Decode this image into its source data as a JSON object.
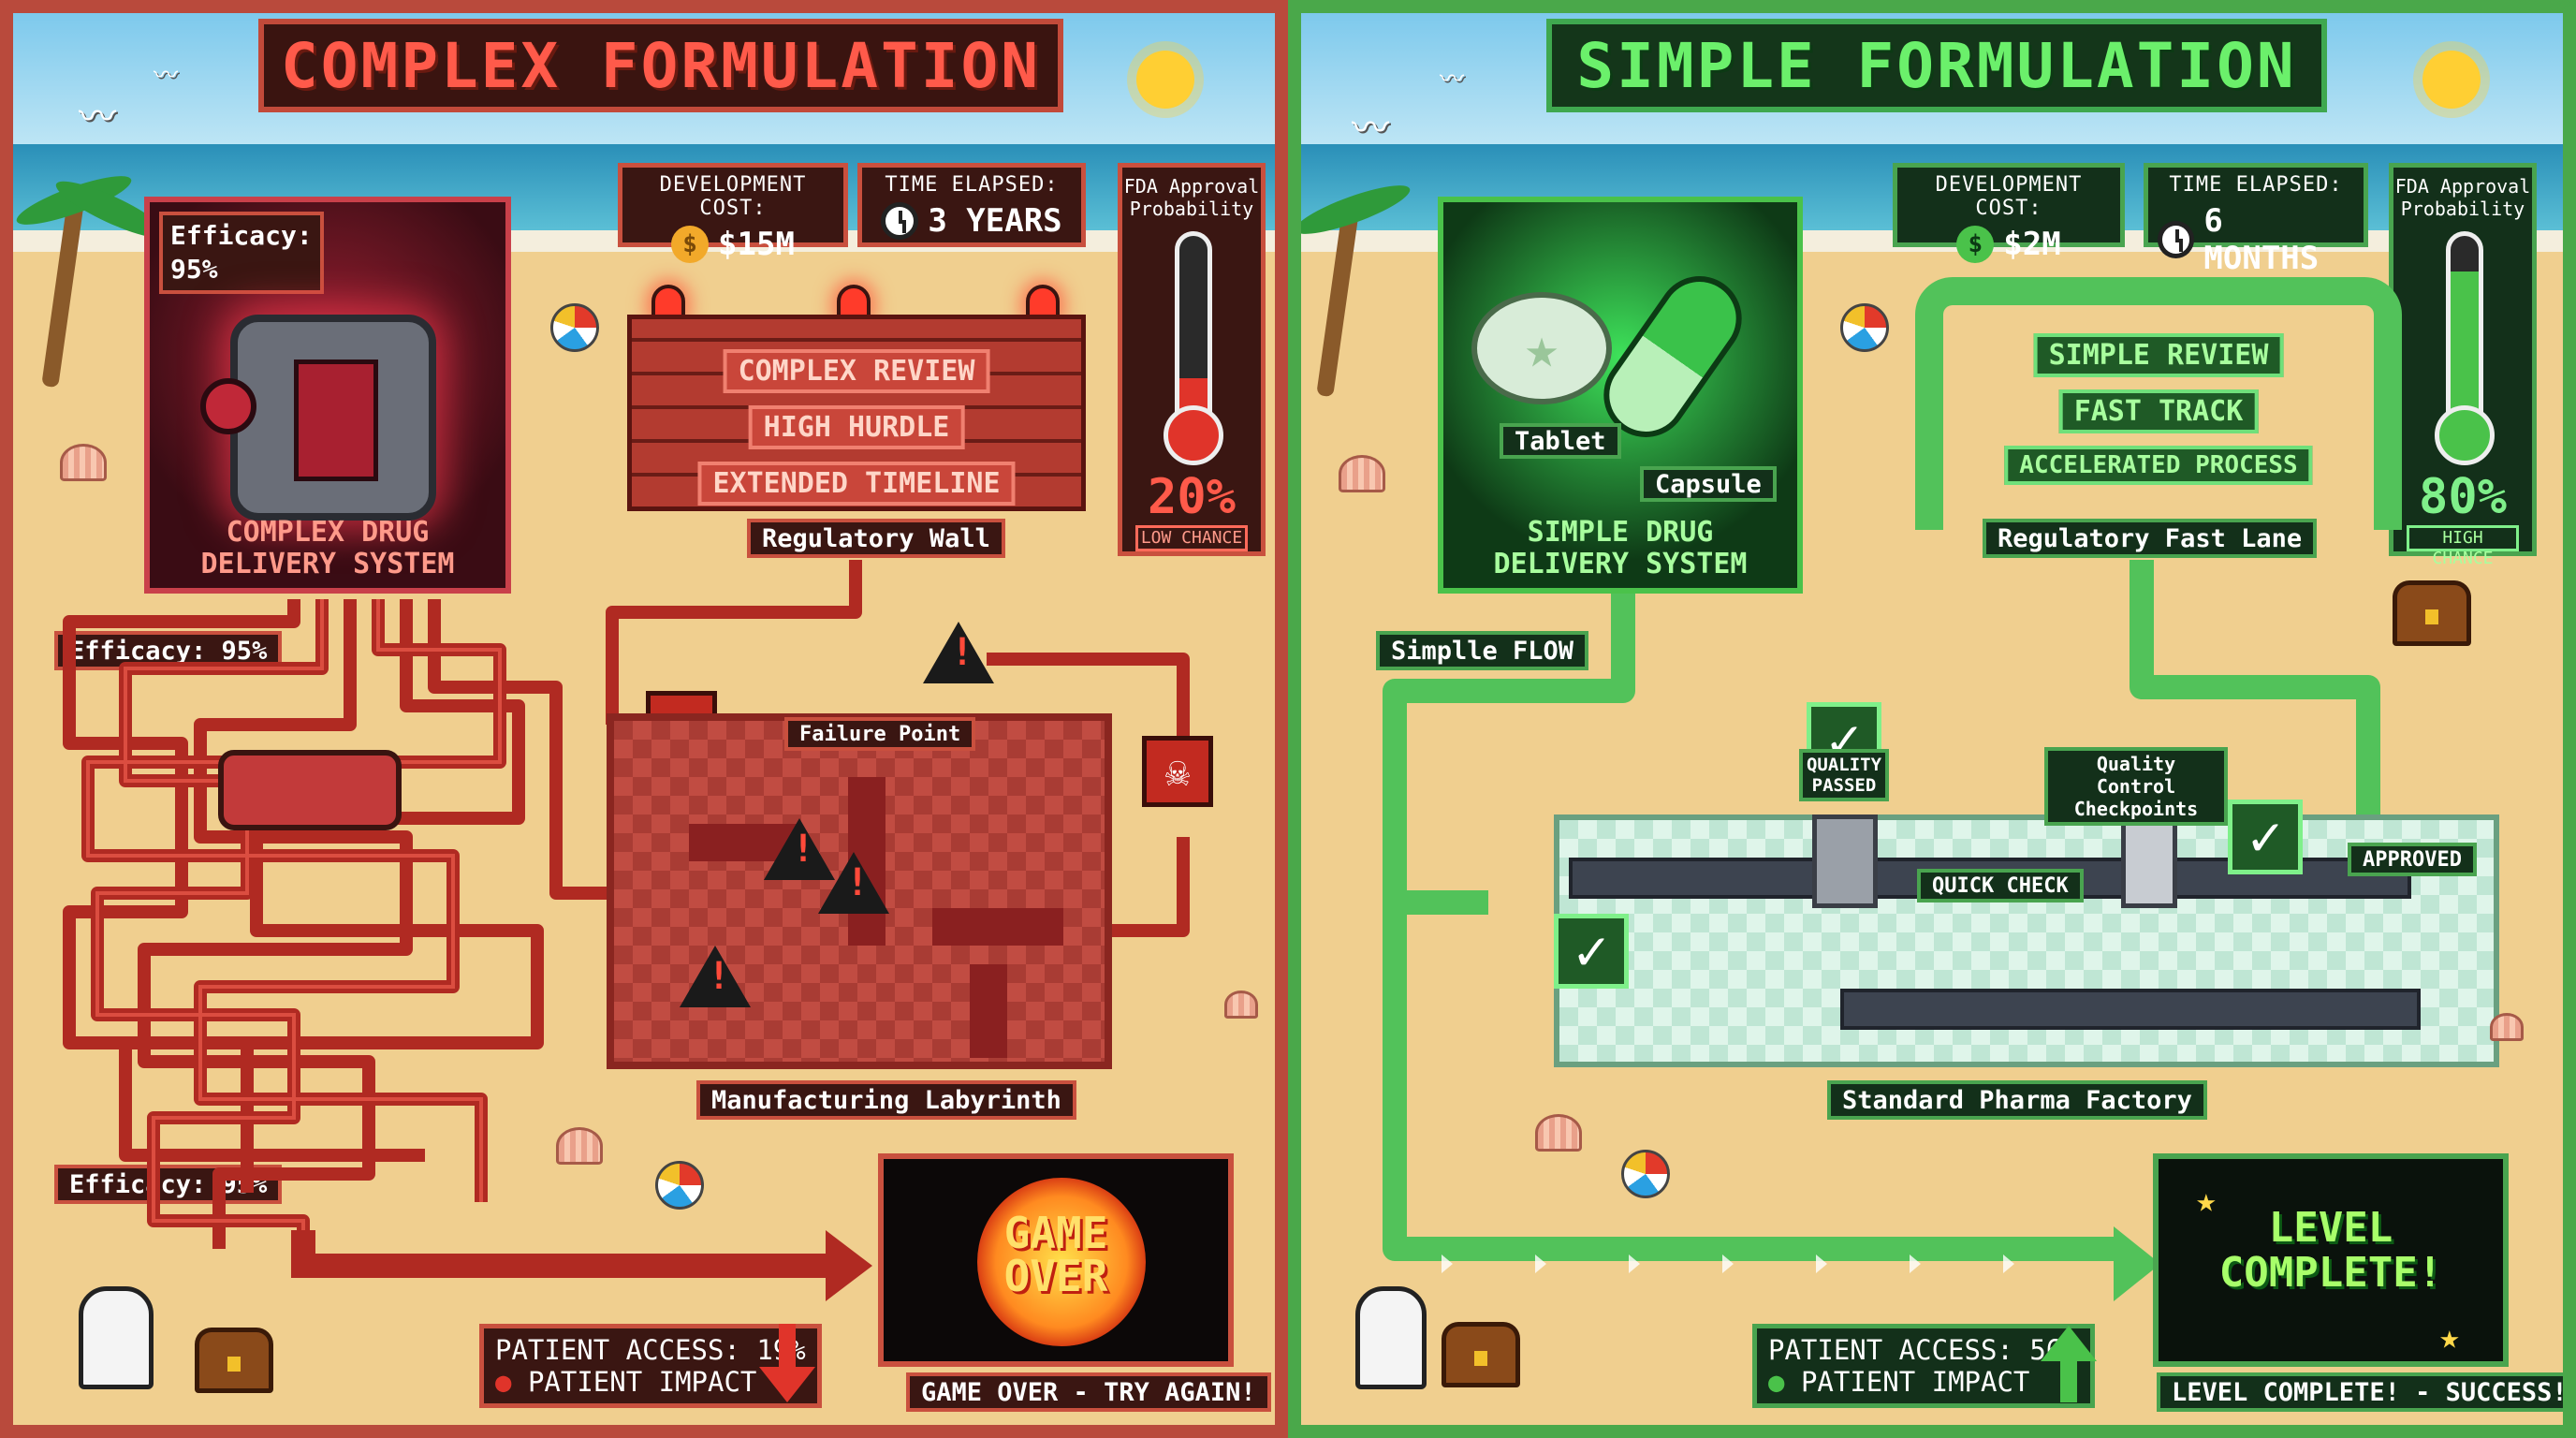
{
  "left": {
    "title": "COMPLEX FORMULATION",
    "dev_cost_label": "DEVELOPMENT COST:",
    "dev_cost_value": "$15M",
    "time_label": "TIME ELAPSED:",
    "time_value": "3 YEARS",
    "fda_label": "FDA Approval Probability",
    "fda_value": "20%",
    "fda_fraction": 0.2,
    "chance_label": "LOW CHANCE",
    "device_efficacy_label": "Efficacy:",
    "device_efficacy_value": "95%",
    "device_label": "COMPLEX DRUG DELIVERY SYSTEM",
    "wall_signs": [
      "COMPLEX REVIEW",
      "HIGH HURDLE",
      "EXTENDED TIMELINE"
    ],
    "wall_label": "Regulatory Wall",
    "efficacy_tag_1": "Efficacy: 95%",
    "efficacy_tag_2": "Efficacy: 95%",
    "failure_point": "Failure Point",
    "labyrinth_label": "Manufacturing Labyrinth",
    "game_over_text": "GAME OVER",
    "game_over_label": "GAME OVER - TRY AGAIN!",
    "patient_access": "PATIENT ACCESS: 19%",
    "patient_impact": "PATIENT IMPACT",
    "accent": "#c9503e"
  },
  "right": {
    "title": "SIMPLE FORMULATION",
    "dev_cost_label": "DEVELOPMENT COST:",
    "dev_cost_value": "$2M",
    "time_label": "TIME ELAPSED:",
    "time_value": "6 MONTHS",
    "fda_label": "FDA Approval Probability",
    "fda_value": "80%",
    "fda_fraction": 0.8,
    "chance_label": "HIGH CHANCE",
    "tablet_label": "Tablet",
    "capsule_label": "Capsule",
    "device_label": "SIMPLE DRUG DELIVERY SYSTEM",
    "arch_signs": [
      "SIMPLE REVIEW",
      "FAST TRACK",
      "ACCELERATED PROCESS"
    ],
    "arch_label": "Regulatory Fast Lane",
    "flow_tag": "Simplle FLOW",
    "quality_passed": "QUALITY PASSED",
    "quality_control": "Quality Control Checkpoints",
    "quick_check": "QUICK CHECK",
    "approved": "APPROVED",
    "factory_label": "Standard Pharma Factory",
    "level_complete_text": "LEVEL COMPLETE!",
    "level_complete_label": "LEVEL COMPLETE! - SUCCESS!",
    "patient_access": "PATIENT ACCESS: 56%",
    "patient_impact": "PATIENT IMPACT",
    "accent": "#49a44f"
  },
  "icons": [
    "coin-icon",
    "clock-icon",
    "thermometer-icon",
    "skull-icon",
    "warning-icon",
    "check-icon",
    "person-icon",
    "arrow-up-icon",
    "arrow-down-icon",
    "siren-icon"
  ]
}
